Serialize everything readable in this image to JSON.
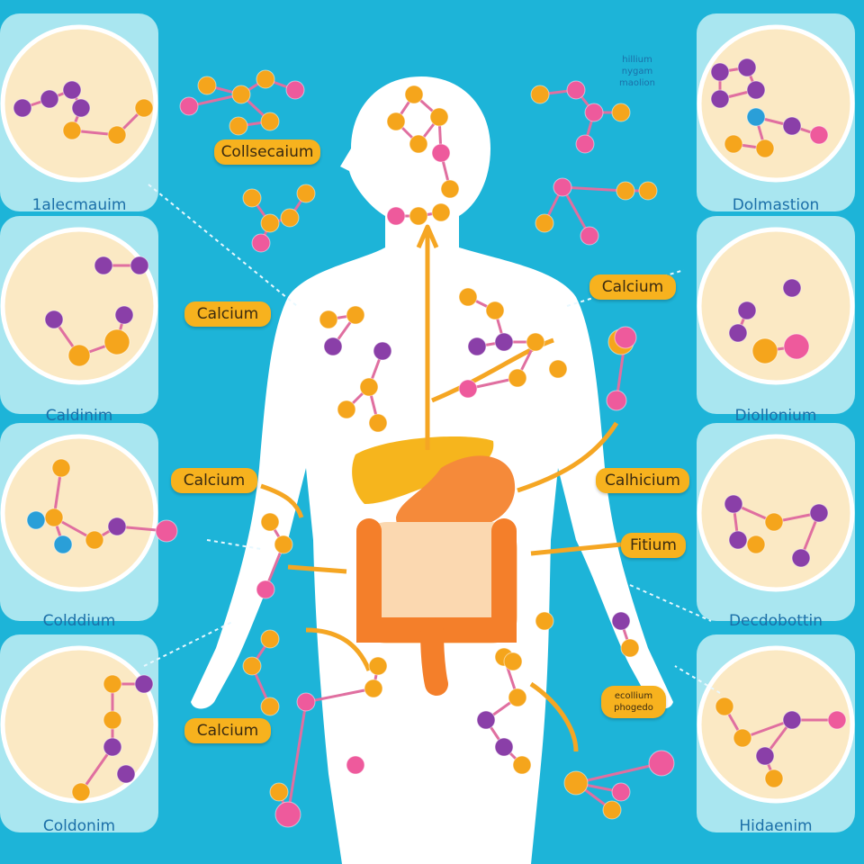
{
  "colors": {
    "background": "#1db4d8",
    "panel": "#a9e6f0",
    "circle": "#fbe9c4",
    "body": "#ffffff",
    "liver": "#f6b51d",
    "stomach": "#f58a3a",
    "intestine": "#f47f2a",
    "tag": "#f7b21e",
    "label": "#1b6fa8"
  },
  "panels": {
    "left": [
      {
        "label": "1alecmauim"
      },
      {
        "label": "Caldinim"
      },
      {
        "label": "Colddium"
      },
      {
        "label": "Coldonim"
      }
    ],
    "right": [
      {
        "label": "Dolmastion"
      },
      {
        "label": "Diollonium"
      },
      {
        "label": "Decdobottin"
      },
      {
        "label": "Hidaenim"
      }
    ]
  },
  "tags": {
    "top_left": "Collsecaium",
    "left_1": "Calcium",
    "left_2": "Calcium",
    "left_3": "Calcium",
    "right_1": "Calcium",
    "right_2": "Calhicium",
    "right_3": "Fitium",
    "right_small_line1": "ecollium",
    "right_small_line2": "phogedo"
  },
  "notes": {
    "top_right_line1": "hillium",
    "top_right_line2": "nygam",
    "top_right_line3": "maolion"
  }
}
